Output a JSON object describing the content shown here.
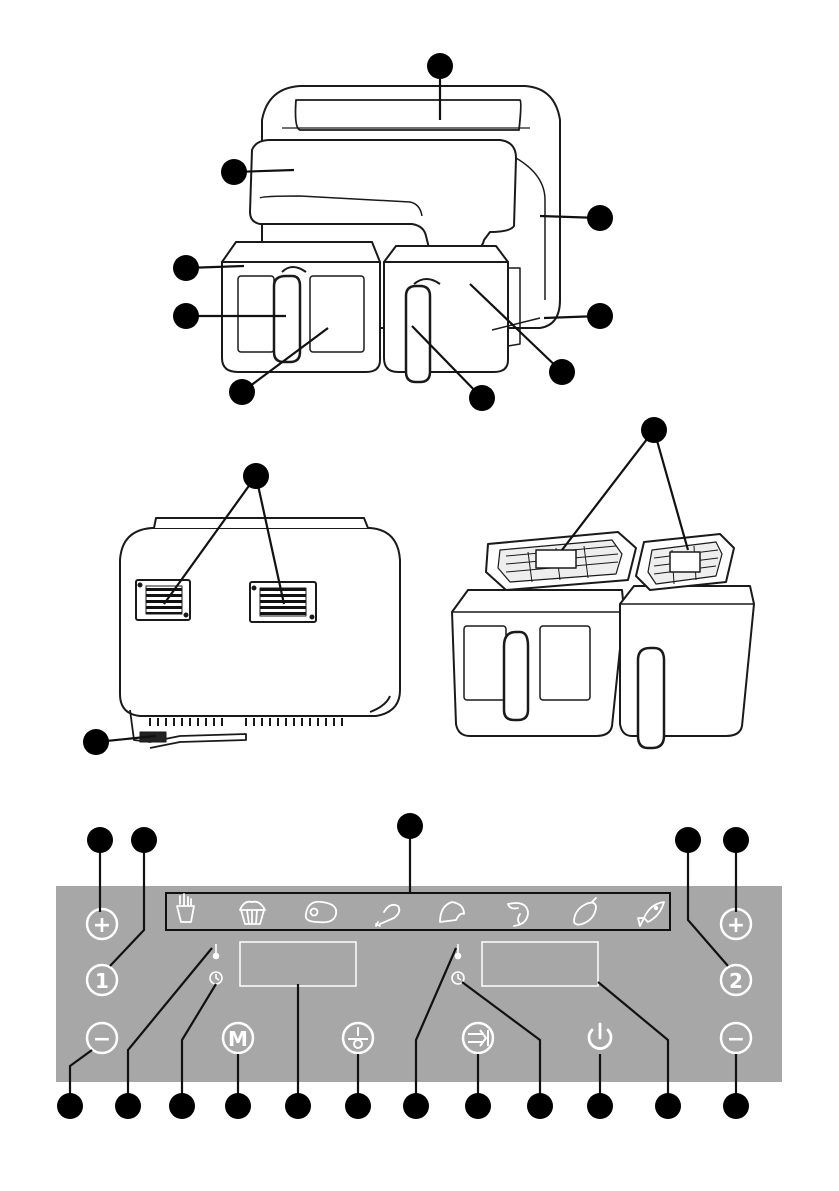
{
  "control_panel": {
    "zone1_digit": "1",
    "zone2_digit": "2",
    "menu_letter": "M",
    "plus_symbol": "+",
    "minus_symbol": "−"
  },
  "presets": [
    "fries-icon",
    "cake-icon",
    "steak-icon",
    "chicken-leg-icon",
    "bread-icon",
    "shrimp-icon",
    "vegetable-icon",
    "fish-icon"
  ],
  "colors": {
    "panel": "#a7a7a7",
    "callout": "#000000",
    "line": "#1a1a1a",
    "appliance_fill": "#ffffff"
  }
}
